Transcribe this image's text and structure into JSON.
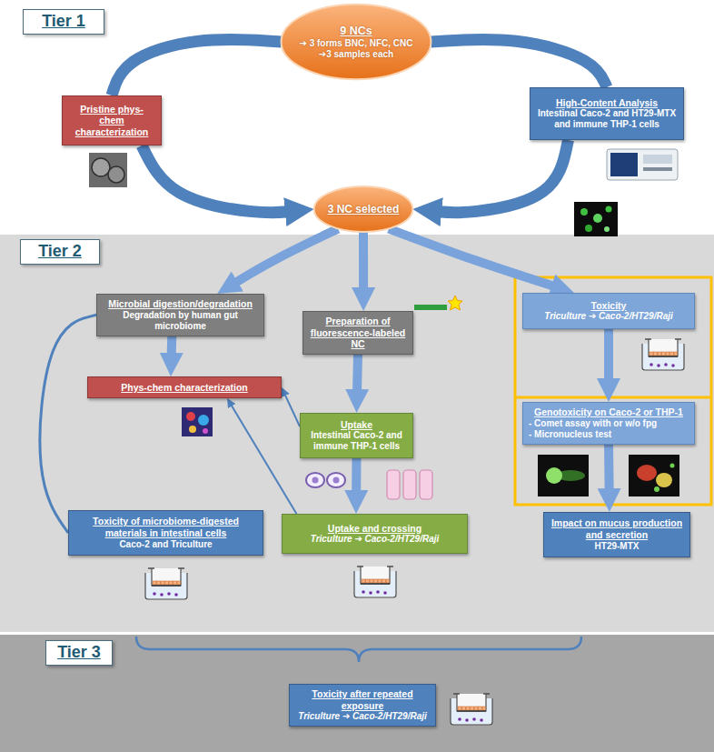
{
  "diagram": {
    "nodes": [
      {
        "text": [
          "Tier 1"
        ]
      },
      {
        "text": [
          "9 NCs",
          "➔ 3 forms BNC, NFC, CNC",
          "➔3 samples each"
        ]
      },
      {
        "text": [
          "Pristine phys-chem characterization"
        ]
      },
      {
        "text": [
          "High-Content Analysis",
          "Intestinal Caco-2 and HT29-MTX and immune THP-1 cells"
        ]
      },
      {
        "text": [
          "3 NC selected"
        ]
      },
      {
        "text": [
          "Tier 2"
        ]
      },
      {
        "text": [
          "Microbial digestion/degradation",
          "Degradation by human gut microbiome"
        ]
      },
      {
        "text": [
          "Preparation of fluorescence-labeled NC"
        ]
      },
      {
        "text": [
          "Toxicity",
          "Triculture ➔ Caco-2/HT29/Raji"
        ]
      },
      {
        "text": [
          "Phys-chem characterization"
        ]
      },
      {
        "text": [
          "Uptake",
          "Intestinal Caco-2 and immune THP-1 cells"
        ]
      },
      {
        "text": [
          "Genotoxicity on Caco-2 or THP-1",
          "- Comet assay with or w/o fpg",
          "- Micronucleus test"
        ]
      },
      {
        "text": [
          "Toxicity of microbiome-digested materials in intestinal cells",
          "Caco-2 and Triculture"
        ]
      },
      {
        "text": [
          "Uptake and crossing",
          "Triculture ➔ Caco-2/HT29/Raji"
        ]
      },
      {
        "text": [
          "Impact on mucus production and secretion",
          "HT29-MTX"
        ]
      },
      {
        "text": [
          "Tier 3"
        ]
      },
      {
        "text": [
          "Toxicity after repeated exposure",
          "Triculture ➔ Caco-2/HT29/Raji"
        ]
      }
    ],
    "edges": [
      {
        "from": 1,
        "to": 2,
        "arrow": "none"
      },
      {
        "from": 1,
        "to": 3,
        "arrow": "none"
      },
      {
        "from": 2,
        "to": 4,
        "arrow": "to"
      },
      {
        "from": 3,
        "to": 4,
        "arrow": "to"
      },
      {
        "from": 4,
        "to": 6,
        "arrow": "to"
      },
      {
        "from": 4,
        "to": 7,
        "arrow": "to"
      },
      {
        "from": 4,
        "to": 8,
        "arrow": "to"
      },
      {
        "from": 6,
        "to": 9,
        "arrow": "to"
      },
      {
        "from": 7,
        "to": 10,
        "arrow": "to"
      },
      {
        "from": 10,
        "to": 9,
        "arrow": "to"
      },
      {
        "from": 10,
        "to": 13,
        "arrow": "to"
      },
      {
        "from": 13,
        "to": 9,
        "arrow": "to"
      },
      {
        "from": 6,
        "to": 12,
        "arrow": "none"
      },
      {
        "from": 8,
        "to": 11,
        "arrow": "to"
      },
      {
        "from": 11,
        "to": 14,
        "arrow": "to"
      }
    ]
  }
}
